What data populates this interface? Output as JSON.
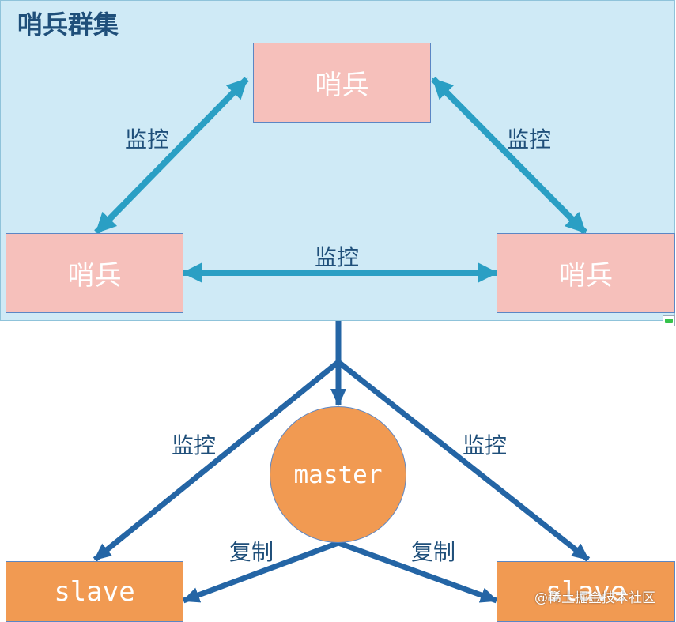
{
  "cluster": {
    "title": "哨兵群集"
  },
  "nodes": {
    "sentinel_top": "哨兵",
    "sentinel_left": "哨兵",
    "sentinel_right": "哨兵",
    "master": "master",
    "slave_left": "slave",
    "slave_right": "slave"
  },
  "edges": {
    "monitor_top_left": "监控",
    "monitor_top_right": "监控",
    "monitor_bottom": "监控",
    "monitor_slave_left": "监控",
    "monitor_slave_right": "监控",
    "replicate_left": "复制",
    "replicate_right": "复制"
  },
  "watermark": "@稀土掘金技术社区",
  "colors": {
    "cluster_bg": "#cfeaf6",
    "sentinel_fill": "#f6c0bb",
    "redis_fill": "#f19a52",
    "sentinel_arrow": "#2a9fc4",
    "monitor_arrow": "#2465a5",
    "label_text": "#1f4f7a"
  }
}
